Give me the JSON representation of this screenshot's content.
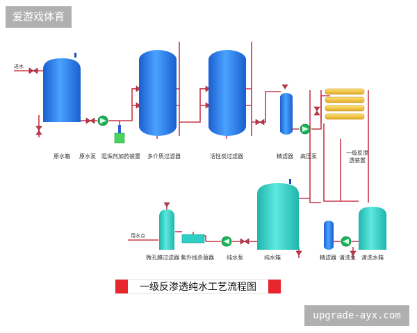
{
  "watermarks": {
    "top_left": "爱游戏体育",
    "bottom_right": "upgrade-ayx.com"
  },
  "colors": {
    "tank_blue": "#2f7fe8",
    "tank_teal": "#2ed0c6",
    "pipe_red": "#c8364a",
    "pump_green": "#1bb35a",
    "membrane_yellow": "#f0c43a",
    "title_bar_red": "#e8262e"
  },
  "diagram": {
    "inlet_label": "进水",
    "outlet_label": "用水点",
    "labels": {
      "raw_tank": "原水箱",
      "raw_pump": "原水泵",
      "dosing": "阻垢剂加药装置",
      "multi_filter": "多介质过滤器",
      "carbon_filter": "活性炭过滤器",
      "precision_filter": "精滤器",
      "hp_pump": "高压泵",
      "ro_unit_line1": "一级反渗",
      "ro_unit_line2": "透装置",
      "micro_filter": "微孔膜过滤器",
      "uv": "紫外线杀菌器",
      "pure_pump": "纯水泵",
      "pure_tank": "纯水箱",
      "cip_filter": "精滤器",
      "cip_pump": "清洗泵",
      "cip_tank": "清洗水箱"
    },
    "title": "一级反渗透纯水工艺流程图"
  }
}
